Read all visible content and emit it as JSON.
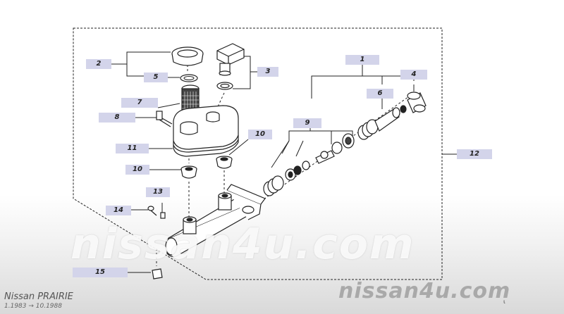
{
  "labels": [
    {
      "id": "1",
      "text": "1"
    },
    {
      "id": "2",
      "text": "2"
    },
    {
      "id": "3",
      "text": "3"
    },
    {
      "id": "4",
      "text": "4"
    },
    {
      "id": "5",
      "text": "5"
    },
    {
      "id": "6",
      "text": "6"
    },
    {
      "id": "7",
      "text": "7"
    },
    {
      "id": "8",
      "text": "8"
    },
    {
      "id": "9",
      "text": "9"
    },
    {
      "id": "10a",
      "text": "10"
    },
    {
      "id": "10b",
      "text": "10"
    },
    {
      "id": "11",
      "text": "11"
    },
    {
      "id": "12",
      "text": "12"
    },
    {
      "id": "13",
      "text": "13"
    },
    {
      "id": "14",
      "text": "14"
    },
    {
      "id": "15",
      "text": "15"
    }
  ],
  "footer": {
    "model": "Nissan PRAIRIE",
    "years": "1.1983 → 10.1988",
    "watermark_center": "nissan4u.com",
    "watermark_corner": "nissan4u.com",
    "page_mark": "ι"
  },
  "colors": {
    "label_bg": "#d3d4ea",
    "line": "#222222"
  }
}
